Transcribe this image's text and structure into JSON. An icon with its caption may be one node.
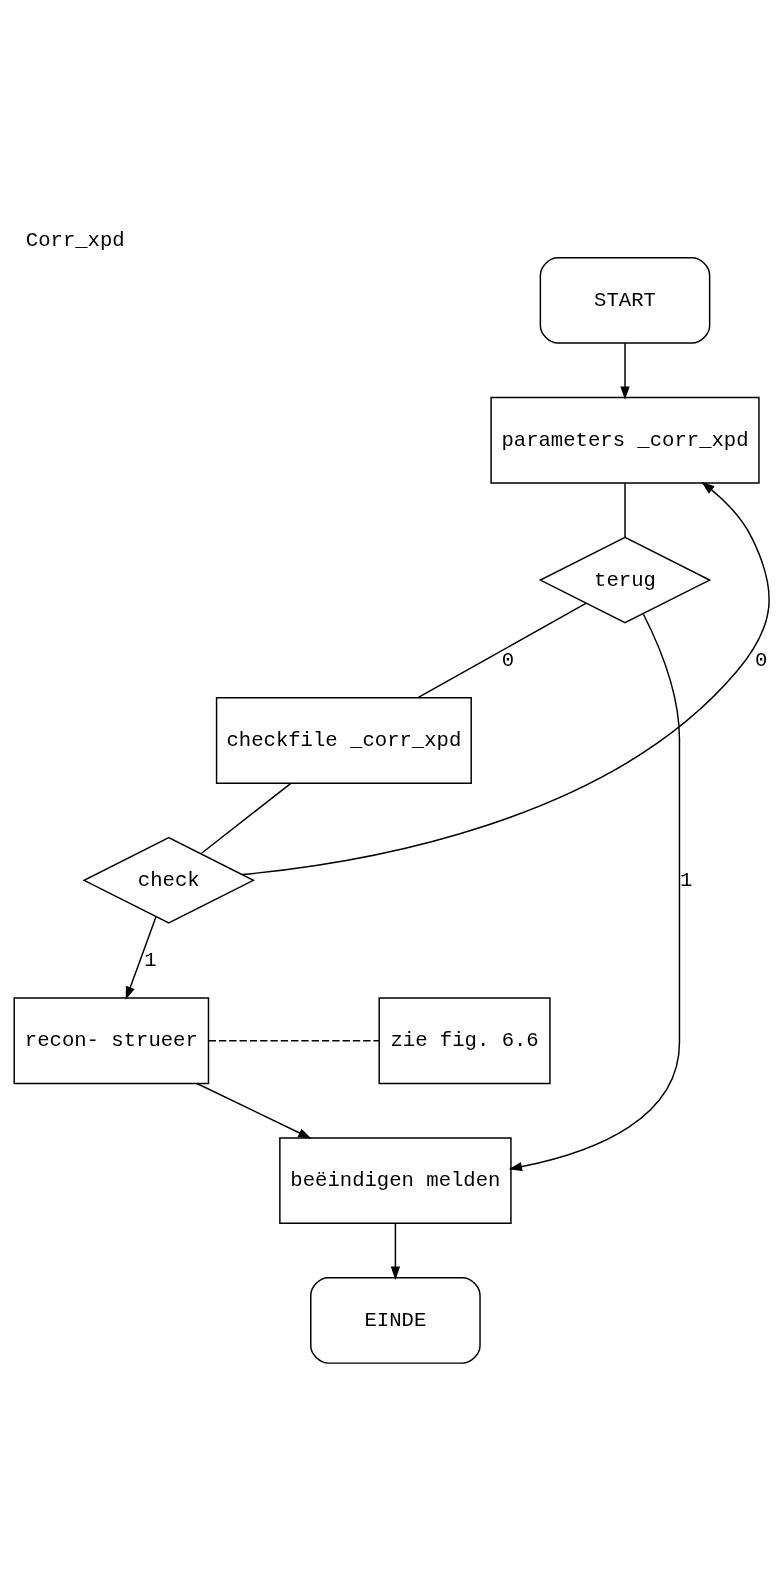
{
  "diagram": {
    "title": "Corr_xpd",
    "nodes": [
      {
        "text": [
          "START"
        ]
      },
      {
        "text": [
          "parameters _corr_xpd"
        ]
      },
      {
        "text": [
          "terug"
        ]
      },
      {
        "text": [
          "checkfile _corr_xpd"
        ]
      },
      {
        "text": [
          "check"
        ]
      },
      {
        "text": [
          "recon- strueer"
        ]
      },
      {
        "text": [
          "zie fig. 6.6"
        ]
      },
      {
        "text": [
          "beëindigen melden"
        ]
      },
      {
        "text": [
          "EINDE"
        ]
      }
    ],
    "edges": [
      {
        "from": 0,
        "to": 1,
        "arrow": "to"
      },
      {
        "from": 1,
        "to": 2,
        "arrow": "none"
      },
      {
        "from": 2,
        "to": 3,
        "arrow": "none",
        "label": "0"
      },
      {
        "from": 2,
        "to": 7,
        "arrow": "to",
        "label": "1"
      },
      {
        "from": 3,
        "to": 4,
        "arrow": "none"
      },
      {
        "from": 4,
        "to": 1,
        "arrow": "to",
        "label": "0"
      },
      {
        "from": 4,
        "to": 5,
        "arrow": "to",
        "label": "1"
      },
      {
        "from": 5,
        "to": 6,
        "arrow": "none",
        "style": "dashed"
      },
      {
        "from": 5,
        "to": 7,
        "arrow": "to"
      },
      {
        "from": 7,
        "to": 8,
        "arrow": "to"
      }
    ]
  }
}
